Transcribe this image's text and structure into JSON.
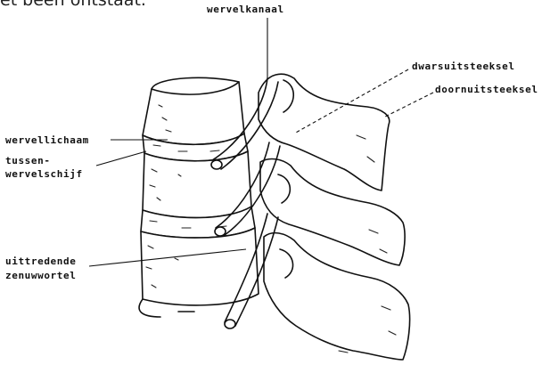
{
  "caption_fragment": "et been ontstaat.",
  "labels": {
    "spinal_canal": "wervelkanaal",
    "transverse_process": "dwarsuitsteeksel",
    "spinous_process": "doornuitsteeksel",
    "vertebral_body": "wervellichaam",
    "disc_line1": "tussen-",
    "disc_line2": "wervelschijf",
    "nerve_root_line1": "uittredende",
    "nerve_root_line2": "zenuwwortel"
  }
}
